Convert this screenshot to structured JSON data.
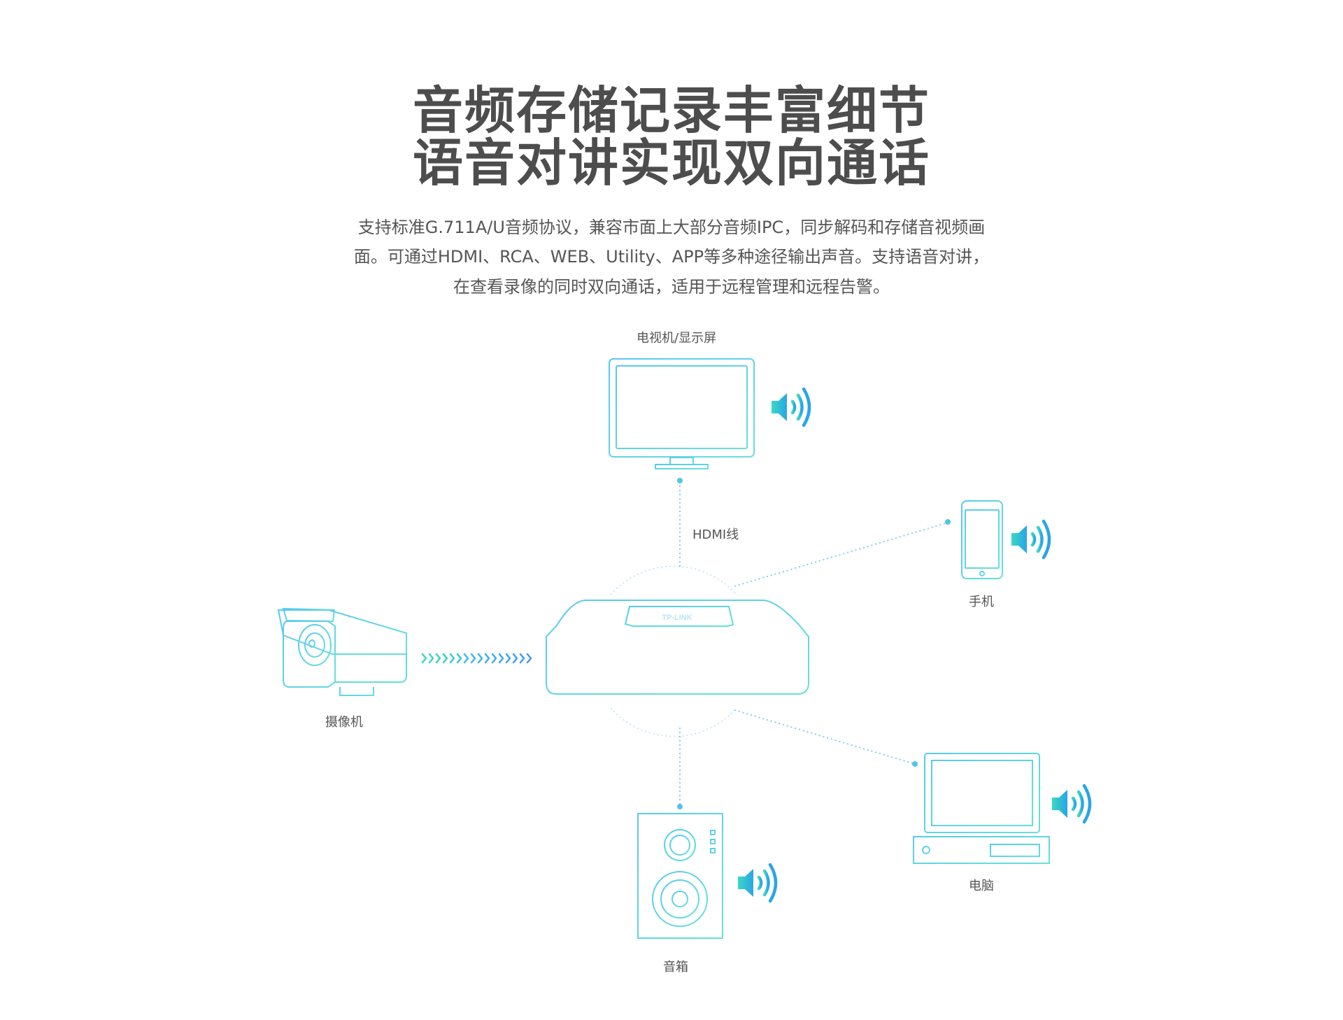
{
  "heading": {
    "line1": "音频存储记录丰富细节",
    "line2": "语音对讲实现双向通话"
  },
  "description": {
    "line1": "支持标准G.711A/U音频协议，兼容市面上大部分音频IPC，同步解码和存储音视频画",
    "line2": "面。可通过HDMI、RCA、WEB、Utility、APP等多种途径输出声音。支持语音对讲，",
    "line3": "在查看录像的同时双向通话，适用于远程管理和远程告警。"
  },
  "diagram": {
    "tv_label": "电视机/显示屏",
    "hdmi_label": "HDMI线",
    "phone_label": "手机",
    "camera_label": "摄像机",
    "pc_label": "电脑",
    "speaker_label": "音箱",
    "nvr_logo": "TP-LINK"
  },
  "colors": {
    "line_cyan": "#5fd8e8",
    "sound_icon_teal": "#39d6c6",
    "sound_icon_blue": "#2fa9e6",
    "title_gray": "#4d4d4d"
  },
  "icons": [
    "speaker-sound-icon",
    "sound-wave-icon",
    "arrow-chevrons-icon"
  ]
}
